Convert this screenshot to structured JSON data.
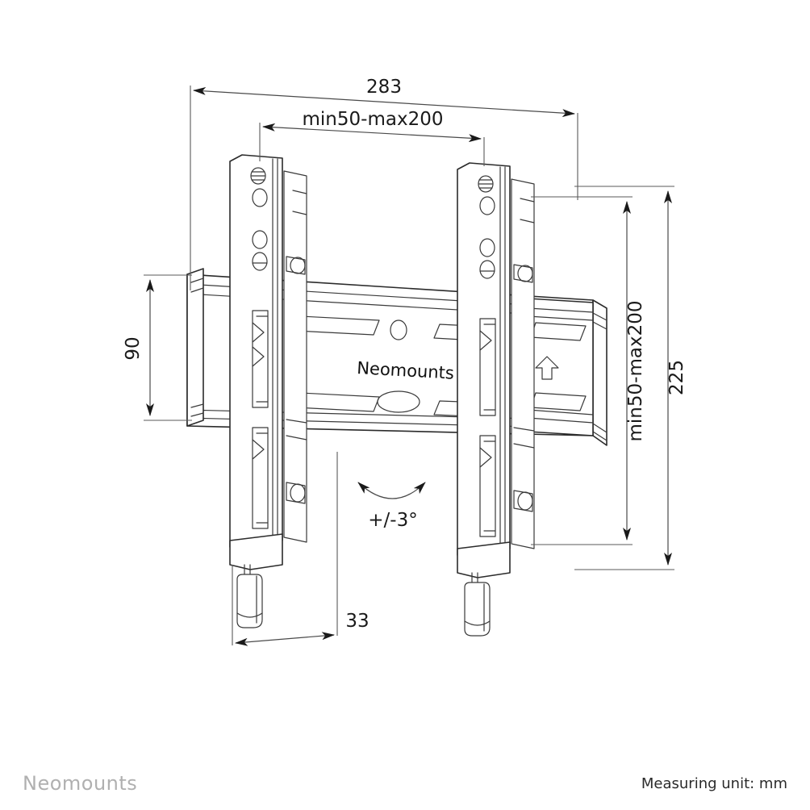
{
  "document": {
    "type": "technical-dimension-drawing",
    "product_brand": "Neomounts",
    "background_color": "#ffffff",
    "line_color": "#2b2b2b"
  },
  "dimensions": {
    "overall_width": "283",
    "mount_pattern_horizontal": "min50-max200",
    "mount_pattern_vertical": "min50-max200",
    "overall_height": "225",
    "rail_height": "90",
    "depth": "33",
    "tilt_angle": "+/-3°"
  },
  "labels": {
    "rail_logo": "Neomounts",
    "up_arrow_icon": "up-arrow-icon"
  },
  "footer": {
    "brand": "Neomounts",
    "measuring_unit": "Measuring unit: mm"
  }
}
